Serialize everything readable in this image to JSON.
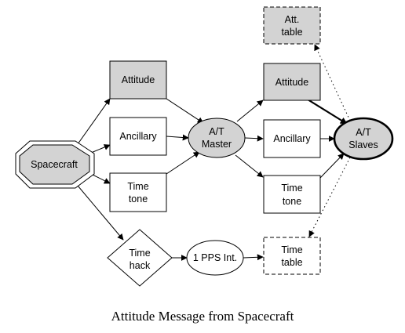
{
  "nodes": {
    "spacecraft": "Spacecraft",
    "attitude_in": "Attitude",
    "ancillary_in": "Ancillary",
    "time_tone_in": [
      "Time",
      "tone"
    ],
    "time_hack": [
      "Time",
      "hack"
    ],
    "pps": "1 PPS Int.",
    "at_master": [
      "A/T",
      "Master"
    ],
    "att_table": [
      "Att.",
      "table"
    ],
    "attitude_out": "Attitude",
    "ancillary_out": "Ancillary",
    "time_tone_out": [
      "Time",
      "tone"
    ],
    "time_table": [
      "Time",
      "table"
    ],
    "at_slaves": [
      "A/T",
      "Slaves"
    ]
  },
  "caption": "Attitude Message from Spacecraft",
  "colors": {
    "node_fill_grey": "#d3d3d3",
    "node_fill_white": "#ffffff",
    "stroke": "#000000"
  }
}
